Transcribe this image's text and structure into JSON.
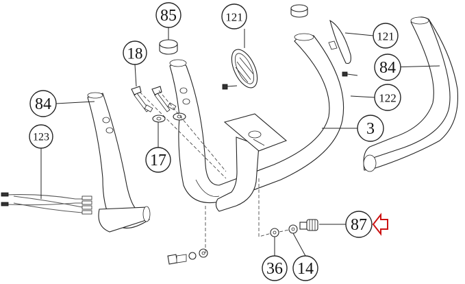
{
  "callouts": {
    "c85": "85",
    "c121a": "121",
    "c121b": "121",
    "c18": "18",
    "c84a": "84",
    "c84b": "84",
    "c122": "122",
    "c3": "3",
    "c123": "123",
    "c17": "17",
    "c87": "87",
    "c36": "36",
    "c14": "14"
  },
  "colors": {
    "line": "#222222",
    "highlight_arrow": "#cc1111",
    "background": "#ffffff"
  }
}
